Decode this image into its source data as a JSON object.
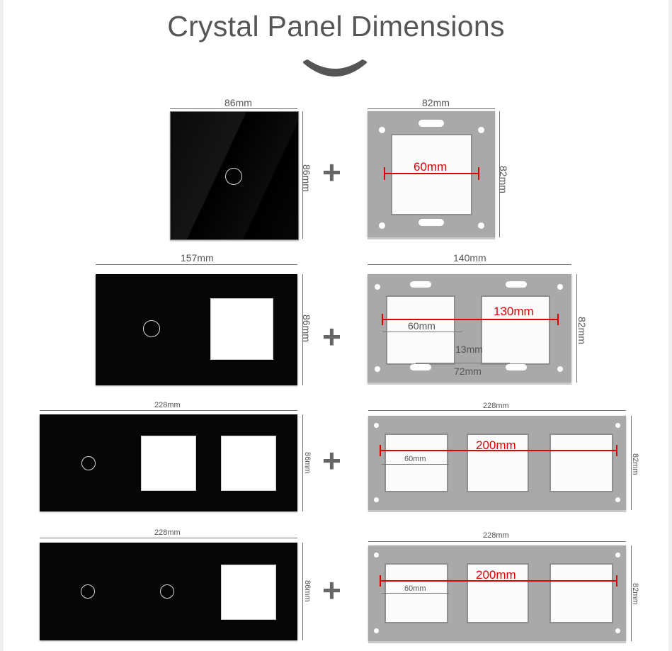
{
  "title": "Crystal Panel Dimensions",
  "rows": [
    {
      "panel_width": "86mm",
      "panel_height": "86mm",
      "frame_width": "82mm",
      "frame_height": "82mm",
      "frame_inner": "60mm"
    },
    {
      "panel_width": "157mm",
      "panel_height": "86mm",
      "frame_width": "140mm",
      "frame_height": "82mm",
      "frame_span": "130mm",
      "frame_inner": "60mm",
      "frame_gap": "13mm",
      "frame_pitch": "72mm"
    },
    {
      "panel_width": "228mm",
      "panel_height": "86mm",
      "frame_width": "228mm",
      "frame_height": "82mm",
      "frame_span": "200mm",
      "frame_inner": "60mm"
    },
    {
      "panel_width": "228mm",
      "panel_height": "86mm",
      "frame_width": "228mm",
      "frame_height": "82mm",
      "frame_span": "200mm",
      "frame_inner": "60mm"
    }
  ],
  "plus_sign": "+",
  "colors": {
    "panel": "#050505",
    "frame": "#a9a9a9",
    "dimension_red": "#e00000",
    "text": "#555555"
  }
}
